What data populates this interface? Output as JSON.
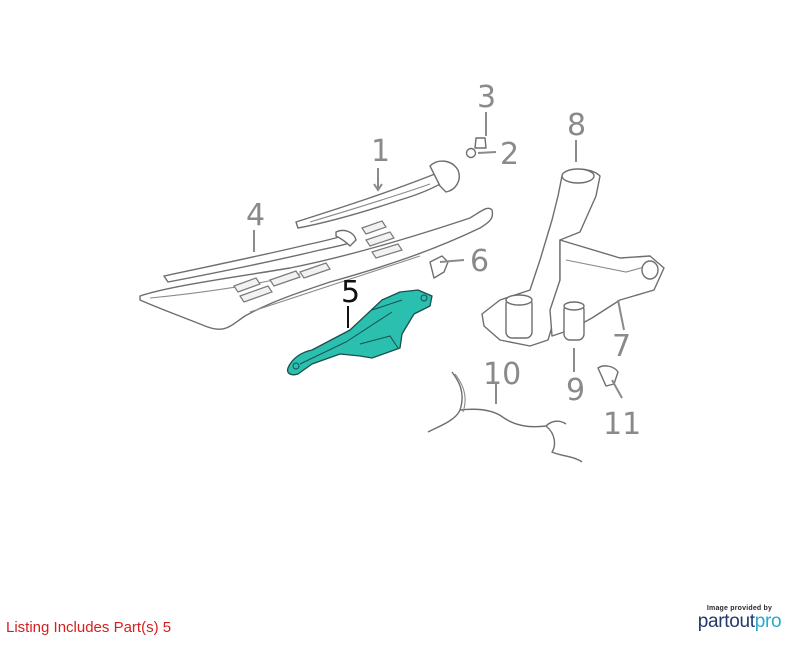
{
  "diagram": {
    "callouts": [
      {
        "id": "c1",
        "label": "1"
      },
      {
        "id": "c2",
        "label": "2"
      },
      {
        "id": "c3",
        "label": "3"
      },
      {
        "id": "c4",
        "label": "4"
      },
      {
        "id": "c5",
        "label": "5",
        "highlighted": true
      },
      {
        "id": "c6",
        "label": "6"
      },
      {
        "id": "c7",
        "label": "7"
      },
      {
        "id": "c8",
        "label": "8"
      },
      {
        "id": "c9",
        "label": "9"
      },
      {
        "id": "c10",
        "label": "10"
      },
      {
        "id": "c11",
        "label": "11"
      }
    ],
    "highlight_color": "#2bbfb0",
    "line_color": "#8a8a8a"
  },
  "footer": {
    "listing_note": "Listing Includes Part(s) 5",
    "listing_note_color": "#d61f1f",
    "credit_text": "Image provided by",
    "brand_part1": "partout",
    "brand_part2": "pro",
    "brand_color_primary": "#24396b",
    "brand_color_accent": "#2aa9cf"
  }
}
